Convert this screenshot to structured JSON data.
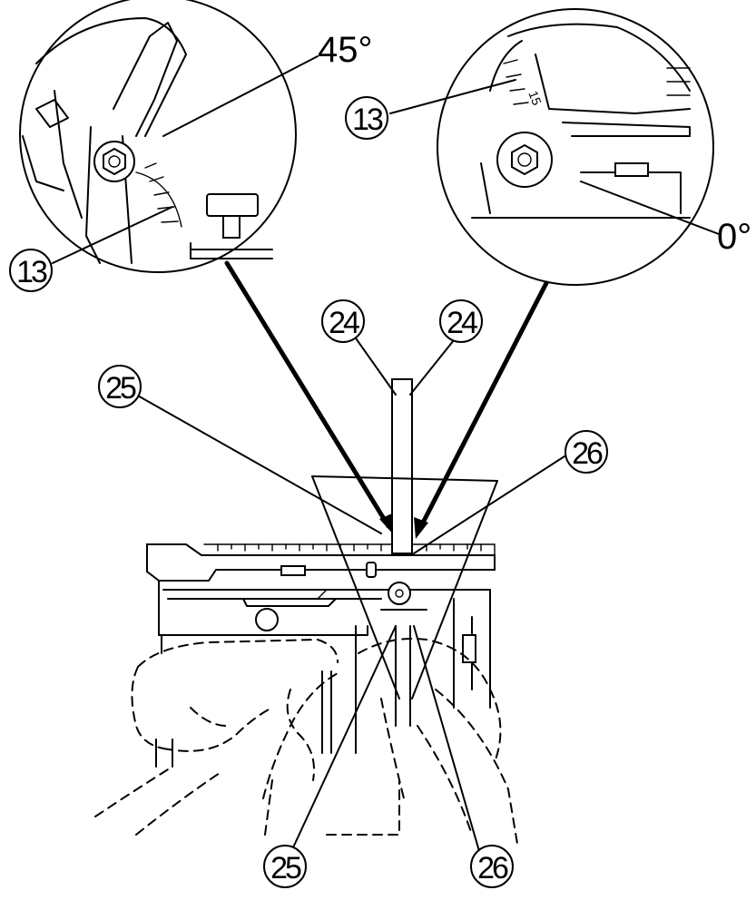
{
  "figure": {
    "callouts": {
      "c13_left": "13",
      "c13_right": "13",
      "c24_left": "24",
      "c24_right": "24",
      "c25_top": "25",
      "c25_bottom": "25",
      "c26_top": "26",
      "c26_bottom": "26"
    },
    "angle_labels": {
      "deg45": "45°",
      "deg0": "0°"
    },
    "scale_mark": "15"
  },
  "colors": {
    "ink": "#000000",
    "paper": "#ffffff"
  }
}
